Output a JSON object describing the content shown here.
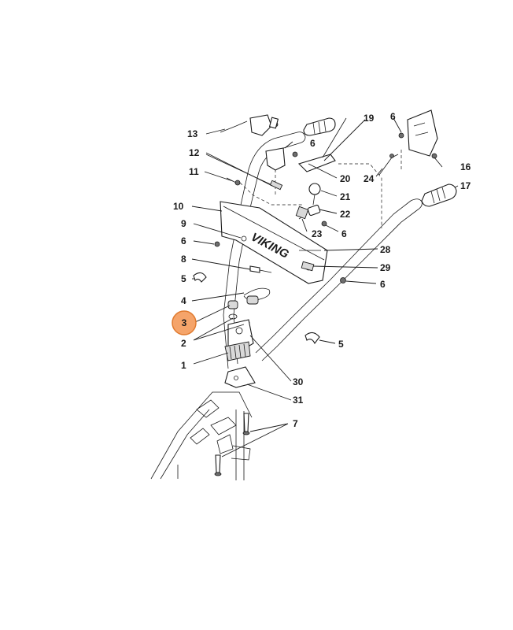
{
  "brand_logo": "VIKING",
  "highlight": {
    "label": "3",
    "color": "#f5a46a",
    "stroke": "#e07a2e"
  },
  "labels": {
    "l1": "1",
    "l2": "2",
    "l4": "4",
    "l5a": "5",
    "l5b": "5",
    "l6a": "6",
    "l6b": "6",
    "l6c": "6",
    "l6d": "6",
    "l6e": "6",
    "l7": "7",
    "l8": "8",
    "l9": "9",
    "l10": "10",
    "l11": "11",
    "l12": "12",
    "l13": "13",
    "l16": "16",
    "l17": "17",
    "l19": "19",
    "l20": "20",
    "l21": "21",
    "l22": "22",
    "l23": "23",
    "l24": "24",
    "l28": "28",
    "l29": "29",
    "l30": "30",
    "l31": "31"
  }
}
